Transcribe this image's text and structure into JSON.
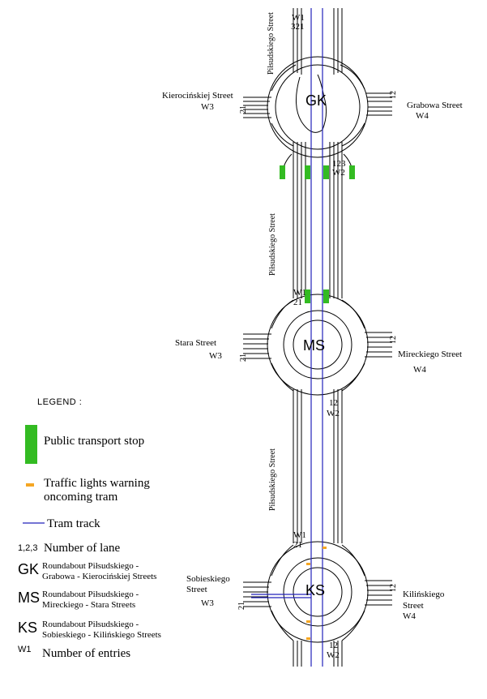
{
  "roundabouts": {
    "gk": {
      "code": "GK",
      "west_street": "Kierocińskiej Street",
      "west_entry": "W3",
      "west_lanes": "21",
      "east_street": "Grabowa Street",
      "east_entry": "W4",
      "east_lanes": "12",
      "north_street": "Piłsudskiego Street",
      "north_entry": "W1",
      "north_lanes": "321",
      "south_entry": "W2",
      "south_lanes": "123"
    },
    "ms": {
      "code": "MS",
      "west_street": "Stara Street",
      "west_entry": "W3",
      "west_lanes": "21",
      "east_street": "Mireckiego Street",
      "east_entry": "W4",
      "east_lanes": "12",
      "north_entry": "W1",
      "north_lanes": "21",
      "south_entry": "W2",
      "south_lanes": "12"
    },
    "ks": {
      "code": "KS",
      "west_street_1": "Sobieskiego",
      "west_street_2": "Street",
      "west_entry": "W3",
      "west_lanes": "21",
      "east_street_1": "Kilińskiego",
      "east_street_2": "Street",
      "east_entry": "W4",
      "east_lanes": "12",
      "north_entry": "W1",
      "north_lanes": "21",
      "south_entry": "W2",
      "south_lanes": "12"
    }
  },
  "street_mid_1": "Piłsudskiego Street",
  "street_mid_2": "Piłsudskiego Street",
  "legend": {
    "title": "LEGEND  :",
    "stop": "Public transport stop",
    "lights_1": "Traffic lights warning",
    "lights_2": "oncoming tram",
    "tram": "Tram track",
    "lane_symbol": "1,2,3",
    "lane": "Number of lane",
    "gk_symbol": "GK",
    "gk_1": "Roundabout Piłsudskiego -",
    "gk_2": "Grabowa - Kierocińskiej Streets",
    "ms_symbol": "MS",
    "ms_1": "Roundabout Piłsudskiego -",
    "ms_2": "Mireckiego - Stara Streets",
    "ks_symbol": "KS",
    "ks_1": "Roundabout Piłsudskiego -",
    "ks_2": "Sobieskiego - Kilińskiego Streets",
    "entry_symbol": "W1",
    "entry": "Number of entries"
  },
  "colors": {
    "stop": "#33bb22",
    "light": "#f5a623",
    "tram": "#2222bb",
    "road": "#000000"
  }
}
